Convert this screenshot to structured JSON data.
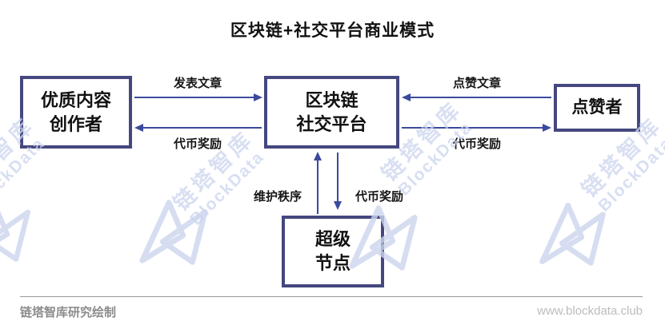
{
  "title": "区块链+社交平台商业模式",
  "nodes": {
    "creator": {
      "line1": "优质内容",
      "line2": "创作者"
    },
    "platform": {
      "line1": "区块链",
      "line2": "社交平台"
    },
    "liker": {
      "line1": "点赞者"
    },
    "supernode": {
      "line1": "超级",
      "line2": "节点"
    }
  },
  "edges": {
    "publish": "发表文章",
    "reward_creator": "代币奖励",
    "like": "点赞文章",
    "reward_liker": "代币奖励",
    "maintain": "维护秩序",
    "reward_supernode": "代币奖励"
  },
  "watermark": {
    "cn": "链塔智库",
    "en": "BlockData"
  },
  "footer": {
    "credit": "链塔智库研究绘制",
    "website": "www.blockdata.club"
  },
  "colors": {
    "box_border": "#45477f",
    "arrow": "#3c4a9d",
    "label_text": "#161616",
    "watermark": "#ccd5ee",
    "footer_credit": "#8c8c8c",
    "footer_website": "#bcbcbc"
  }
}
